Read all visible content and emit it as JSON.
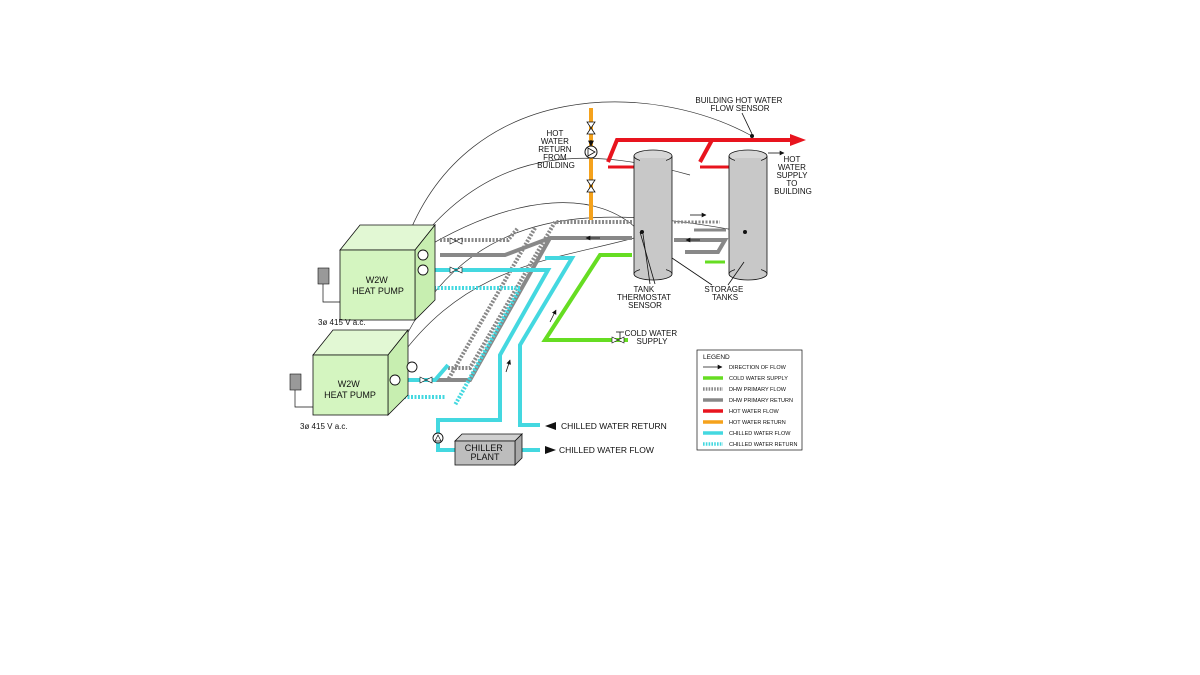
{
  "labels": {
    "building_sensor": [
      "BUILDING HOT WATER",
      "FLOW SENSOR"
    ],
    "hot_water_return": [
      "HOT",
      "WATER",
      "RETURN",
      "FROM",
      "BUILDING"
    ],
    "hot_water_supply": [
      "HOT",
      "WATER",
      "SUPPLY",
      "TO",
      "BUILDING"
    ],
    "tank_sensor": [
      "TANK",
      "THERMOSTAT",
      "SENSOR"
    ],
    "storage_tanks": [
      "STORAGE",
      "TANKS"
    ],
    "cold_water_supply": [
      "COLD WATER",
      "SUPPLY"
    ],
    "heat_pump_1": [
      "W2W",
      "HEAT PUMP"
    ],
    "heat_pump_2": [
      "W2W",
      "HEAT PUMP"
    ],
    "power_1": "3ø 415 V a.c.",
    "power_2": "3ø 415 V a.c.",
    "chiller": [
      "CHILLER",
      "PLANT"
    ],
    "chilled_return": "CHILLED WATER RETURN",
    "chilled_flow": "CHILLED WATER FLOW"
  },
  "legend": {
    "title": "LEGEND",
    "items": [
      {
        "label": "DIRECTION OF FLOW",
        "style": "arrow",
        "color": "#111111"
      },
      {
        "label": "COLD WATER SUPPLY",
        "style": "solid",
        "color": "#66dd22"
      },
      {
        "label": "DHW PRIMARY FLOW",
        "style": "dashed",
        "color": "#888888"
      },
      {
        "label": "DHW PRIMARY RETURN",
        "style": "solid",
        "color": "#888888"
      },
      {
        "label": "HOT WATER FLOW",
        "style": "solid",
        "color": "#e8141e"
      },
      {
        "label": "HOT WATER RETURN",
        "style": "solid",
        "color": "#f5a21c"
      },
      {
        "label": "CHILLED WATER FLOW",
        "style": "solid",
        "color": "#44d8e0"
      },
      {
        "label": "CHILLED WATER RETURN",
        "style": "dashed",
        "color": "#44d8e0"
      }
    ]
  },
  "colors": {
    "hot_flow": "#e8141e",
    "hot_return": "#f5a21c",
    "cold_supply": "#66dd22",
    "dhw": "#888888",
    "chilled": "#44d8e0",
    "heat_pump_fill": "#d4f5c0",
    "tank_fill": "#c8c8c8",
    "chiller_fill": "#bdbdbd"
  },
  "icons": [
    "valve-icon",
    "pump-icon",
    "arrow-icon",
    "sensor-icon",
    "electrical-box-icon"
  ]
}
